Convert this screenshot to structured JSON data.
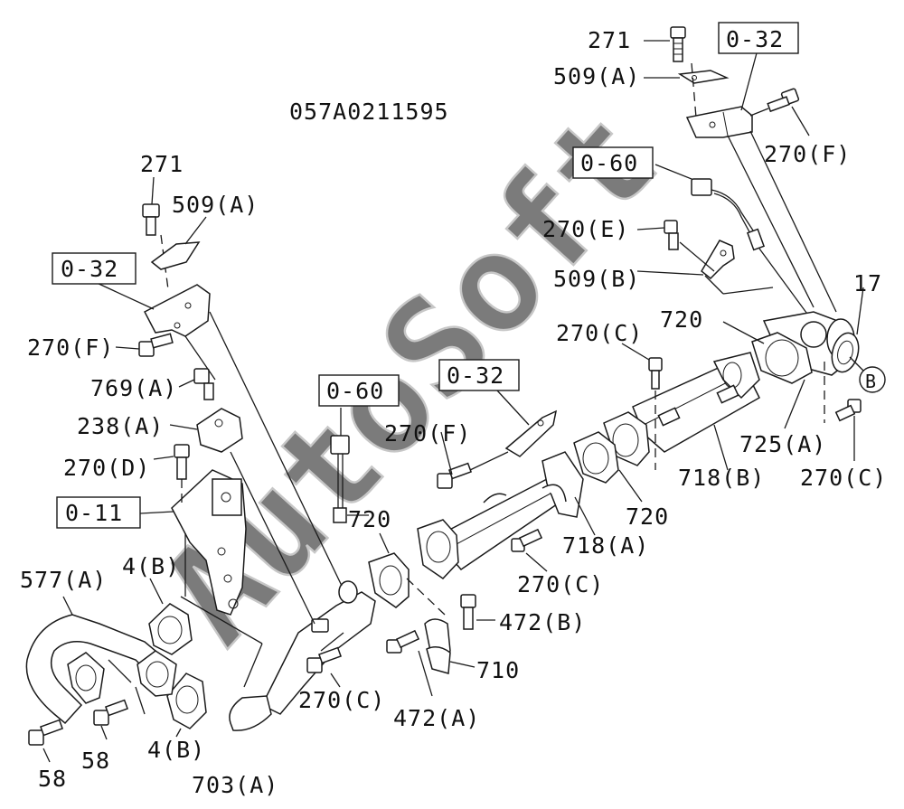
{
  "diagram_code": "057A0211595",
  "watermark": "AutoSoft",
  "colors": {
    "ink": "#111111",
    "watermark": "#9a9a9a",
    "background": "#ffffff"
  },
  "labels": {
    "l271_top": "271",
    "l509a_top": "509(A)",
    "ref032_top": "0-32",
    "l270f_top": "270(F)",
    "ref060_top": "0-60",
    "l270e": "270(E)",
    "l509b": "509(B)",
    "l17": "17",
    "l720_top": "720",
    "l270c_top": "270(C)",
    "circle_b": "B",
    "l725a": "725(A)",
    "l270c_right": "270(C)",
    "l718b": "718(B)",
    "l720_mid": "720",
    "l718a": "718(A)",
    "l270c_mid": "270(C)",
    "l472b": "472(B)",
    "l710": "710",
    "l472a": "472(A)",
    "l270c_low": "270(C)",
    "l720_left": "720",
    "ref032_mid": "0-32",
    "l270f_mid": "270(F)",
    "ref060_mid": "0-60",
    "l271_left": "271",
    "l509a_left": "509(A)",
    "ref032_left": "0-32",
    "l270f_left": "270(F)",
    "l769a": "769(A)",
    "l238a": "238(A)",
    "l270d": "270(D)",
    "ref011": "0-11",
    "l577a": "577(A)",
    "l4b_top": "4(B)",
    "l4b_bot": "4(B)",
    "l58_left": "58",
    "l58_right": "58",
    "l703a": "703(A)"
  }
}
